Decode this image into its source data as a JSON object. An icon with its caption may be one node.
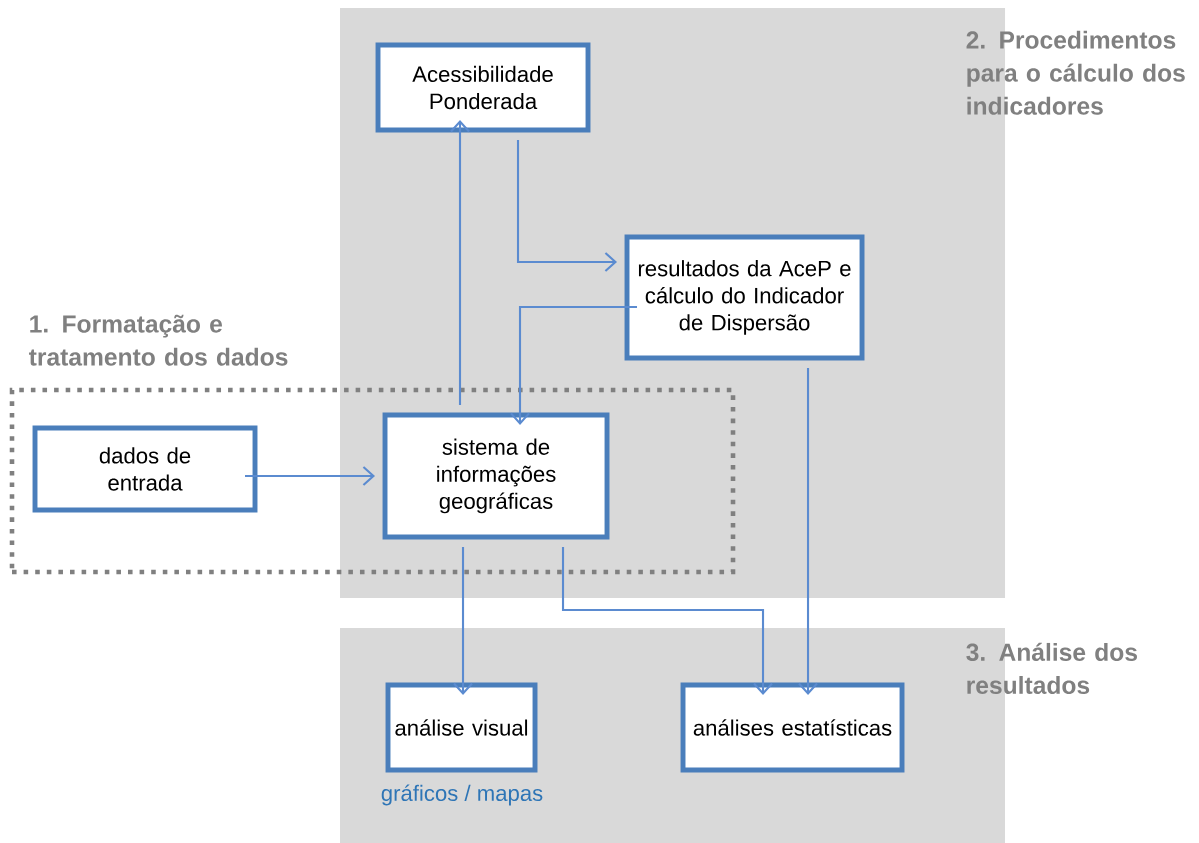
{
  "diagram": {
    "nodes": [
      {
        "text": [
          "2. Procedimentos para o cálculo dos indicadores"
        ]
      },
      {
        "text": [
          "3. Análise dos resultados"
        ]
      },
      {
        "text": [
          "1. Formatação e tratamento dos dados"
        ]
      },
      {
        "text": [
          "Acessibilidade Ponderada"
        ],
        "in": 0
      },
      {
        "text": [
          "resultados da AceP e cálculo do Indicador de Dispersão"
        ],
        "in": 0
      },
      {
        "text": [
          "dados de entrada"
        ],
        "in": 2
      },
      {
        "text": [
          "sistema de informações geográficas"
        ]
      },
      {
        "text": [
          "análise visual"
        ],
        "beside": [
          "gráficos / mapas"
        ],
        "in": 1
      },
      {
        "text": [
          "análises estatísticas"
        ],
        "in": 1
      }
    ],
    "edges": [
      {
        "from": 6,
        "to": 3,
        "arrow": "to"
      },
      {
        "from": 3,
        "to": 4,
        "arrow": "to"
      },
      {
        "from": 4,
        "to": 6,
        "arrow": "to"
      },
      {
        "from": 5,
        "to": 6,
        "arrow": "to"
      },
      {
        "from": 6,
        "to": 7,
        "arrow": "to"
      },
      {
        "from": 6,
        "to": 8,
        "arrow": "to"
      },
      {
        "from": 4,
        "to": 8,
        "arrow": "to"
      }
    ]
  }
}
